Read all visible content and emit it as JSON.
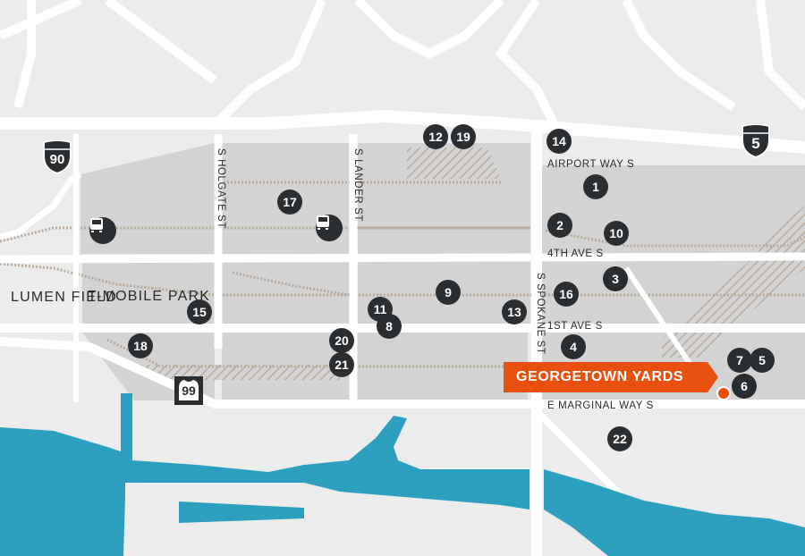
{
  "streets": {
    "airport_way": "AIRPORT WAY S",
    "fourth_ave": "4TH AVE S",
    "first_ave": "1ST AVE S",
    "e_marginal": "E MARGINAL WAY S",
    "holgate": "S HOLGATE ST",
    "lander": "S LANDER ST",
    "spokane": "S SPOKANE ST"
  },
  "places": {
    "lumen_field": "LUMEN FIELD",
    "tmobile_park": "T-MOBILE PARK"
  },
  "callout": {
    "label": "GEORGETOWN YARDS",
    "color": "#e8500f"
  },
  "highway_shields": {
    "i90": "90",
    "i5": "5",
    "sr99": "99"
  },
  "icons": {
    "transit": "light-rail-icon"
  },
  "colors": {
    "water": "#2ea0bf",
    "land": "#ececec",
    "blocks": "#d3d3d3",
    "roads": "#ffffff",
    "rail": "#b8ab9d",
    "markers": "#2b2e31"
  },
  "markers": [
    {
      "id": "1"
    },
    {
      "id": "2"
    },
    {
      "id": "3"
    },
    {
      "id": "4"
    },
    {
      "id": "5"
    },
    {
      "id": "6"
    },
    {
      "id": "7"
    },
    {
      "id": "8"
    },
    {
      "id": "9"
    },
    {
      "id": "10"
    },
    {
      "id": "11"
    },
    {
      "id": "12"
    },
    {
      "id": "13"
    },
    {
      "id": "14"
    },
    {
      "id": "15"
    },
    {
      "id": "16"
    },
    {
      "id": "17"
    },
    {
      "id": "18"
    },
    {
      "id": "19"
    },
    {
      "id": "20"
    },
    {
      "id": "21"
    },
    {
      "id": "22"
    }
  ]
}
